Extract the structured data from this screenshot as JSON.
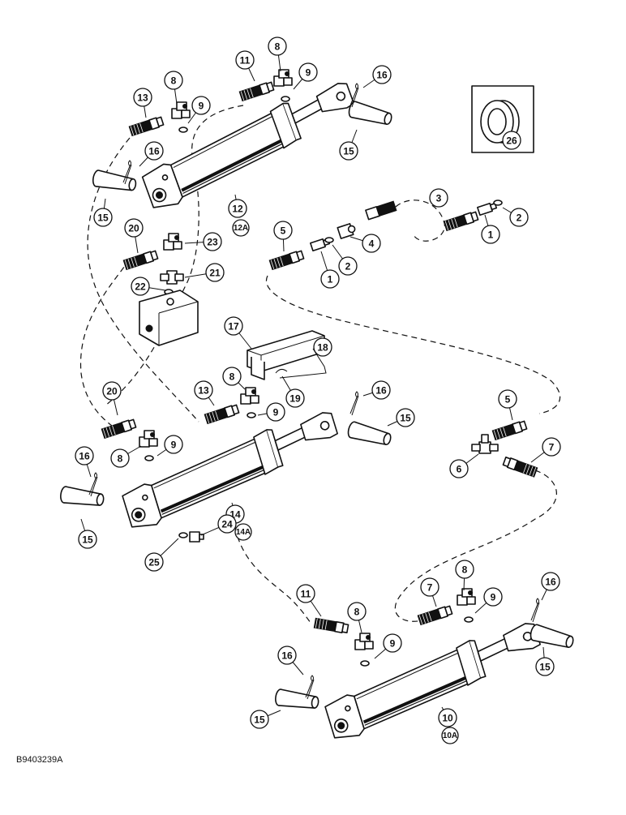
{
  "diagram": {
    "drawing_code": "B9403239A",
    "callouts": [
      {
        "id": "c26",
        "text": "26"
      },
      {
        "id": "c13a",
        "text": "13"
      },
      {
        "id": "c8a",
        "text": "8"
      },
      {
        "id": "c9a",
        "text": "9"
      },
      {
        "id": "c11a",
        "text": "11"
      },
      {
        "id": "c8b",
        "text": "8"
      },
      {
        "id": "c9b",
        "text": "9"
      },
      {
        "id": "c16a",
        "text": "16"
      },
      {
        "id": "c15a",
        "text": "15"
      },
      {
        "id": "c16b",
        "text": "16"
      },
      {
        "id": "c15b",
        "text": "15"
      },
      {
        "id": "c12",
        "text": "12"
      },
      {
        "id": "c12a",
        "text": "12A"
      },
      {
        "id": "c20a",
        "text": "20"
      },
      {
        "id": "c23",
        "text": "23"
      },
      {
        "id": "c21",
        "text": "21"
      },
      {
        "id": "c22",
        "text": "22"
      },
      {
        "id": "c3",
        "text": "3"
      },
      {
        "id": "c2a",
        "text": "2"
      },
      {
        "id": "c1a",
        "text": "1"
      },
      {
        "id": "c5a",
        "text": "5"
      },
      {
        "id": "c4",
        "text": "4"
      },
      {
        "id": "c2b",
        "text": "2"
      },
      {
        "id": "c1b",
        "text": "1"
      },
      {
        "id": "c17",
        "text": "17"
      },
      {
        "id": "c18",
        "text": "18"
      },
      {
        "id": "c19",
        "text": "19"
      },
      {
        "id": "c20b",
        "text": "20"
      },
      {
        "id": "c13b",
        "text": "13"
      },
      {
        "id": "c8c",
        "text": "8"
      },
      {
        "id": "c9c",
        "text": "9"
      },
      {
        "id": "c16c",
        "text": "16"
      },
      {
        "id": "c15c",
        "text": "15"
      },
      {
        "id": "c8d",
        "text": "8"
      },
      {
        "id": "c9d",
        "text": "9"
      },
      {
        "id": "c16d",
        "text": "16"
      },
      {
        "id": "c15d",
        "text": "15"
      },
      {
        "id": "c14",
        "text": "14"
      },
      {
        "id": "c14a",
        "text": "14A"
      },
      {
        "id": "c24",
        "text": "24"
      },
      {
        "id": "c25",
        "text": "25"
      },
      {
        "id": "c5b",
        "text": "5"
      },
      {
        "id": "c6",
        "text": "6"
      },
      {
        "id": "c7a",
        "text": "7"
      },
      {
        "id": "c11b",
        "text": "11"
      },
      {
        "id": "c8e",
        "text": "8"
      },
      {
        "id": "c9e",
        "text": "9"
      },
      {
        "id": "c7b",
        "text": "7"
      },
      {
        "id": "c8f",
        "text": "8"
      },
      {
        "id": "c9f",
        "text": "9"
      },
      {
        "id": "c16e",
        "text": "16"
      },
      {
        "id": "c15e",
        "text": "15"
      },
      {
        "id": "c16f",
        "text": "16"
      },
      {
        "id": "c15f",
        "text": "15"
      },
      {
        "id": "c10",
        "text": "10"
      },
      {
        "id": "c10a",
        "text": "10A"
      }
    ]
  }
}
